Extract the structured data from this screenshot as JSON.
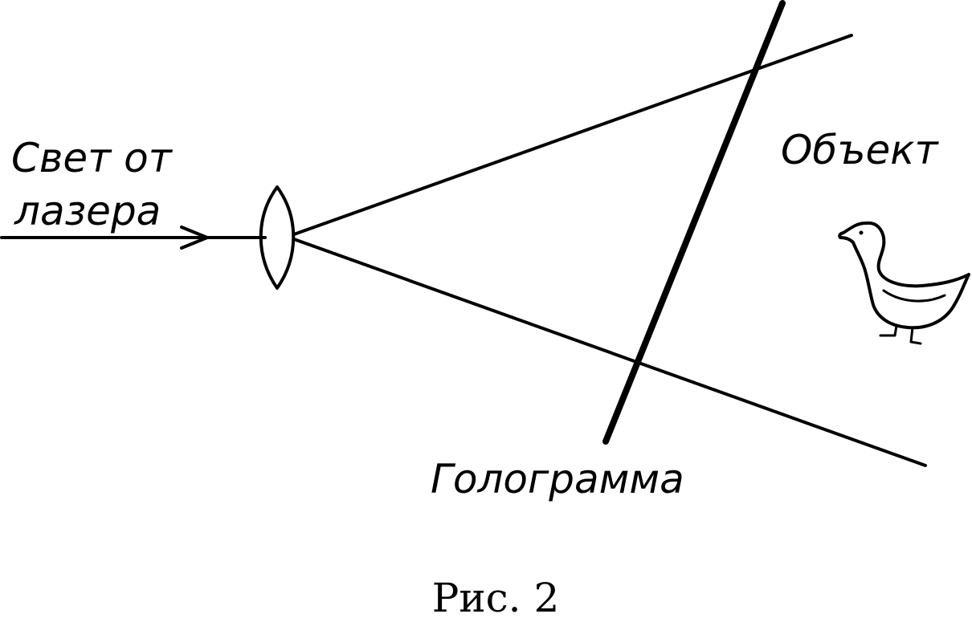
{
  "labels": {
    "laser_line1": "Свет от",
    "laser_line2": "лазера",
    "object": "Объект",
    "hologram": "Голограмма"
  },
  "caption": "Рис. 2",
  "colors": {
    "ink": "#000000",
    "background": "#ffffff"
  },
  "icons": {
    "lens": "biconvex-lens-icon",
    "object": "duck-icon",
    "arrow": "arrow-right-icon"
  }
}
